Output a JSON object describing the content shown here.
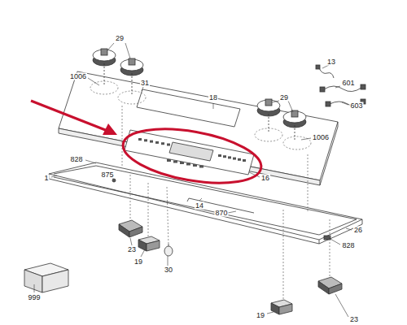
{
  "diagram": {
    "labels": [
      "29",
      "13",
      "1006",
      "31",
      "601",
      "18",
      "29",
      "603",
      "1006",
      "828",
      "16",
      "1",
      "875",
      "14",
      "870",
      "26",
      "828",
      "23",
      "19",
      "30",
      "999",
      "19",
      "23"
    ]
  }
}
